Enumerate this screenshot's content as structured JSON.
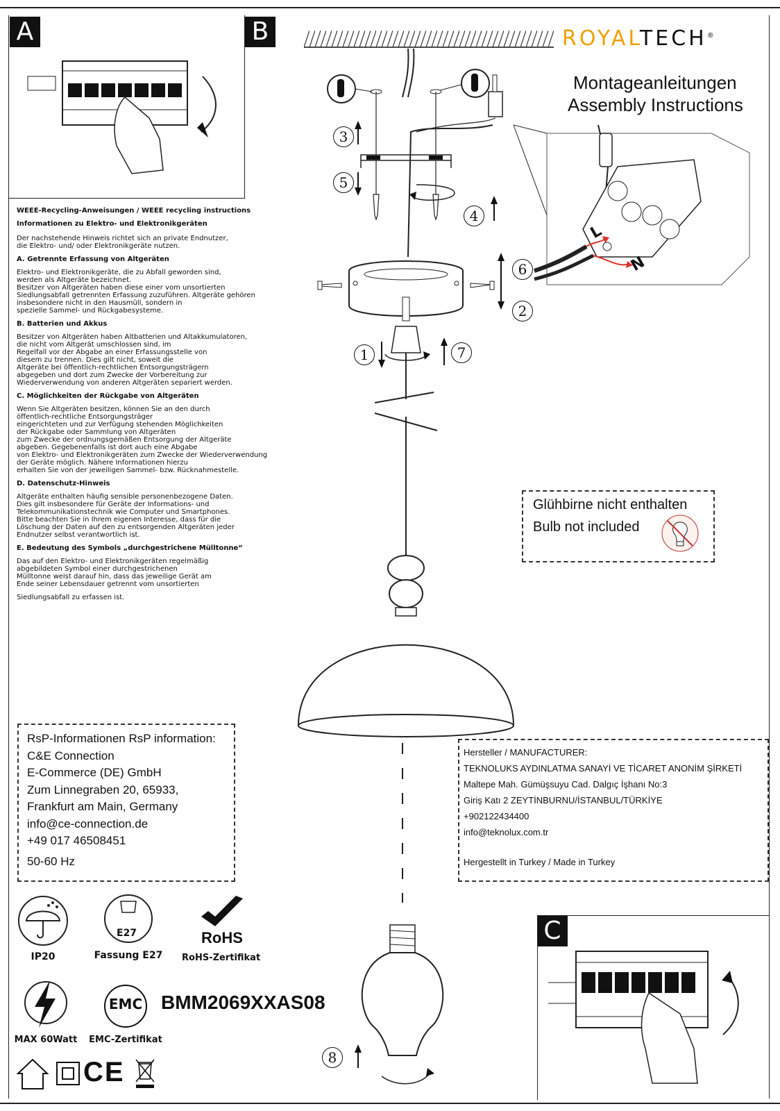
{
  "panels": {
    "a": "A",
    "b": "B",
    "c": "C"
  },
  "brand": {
    "royal": "ROYAL",
    "tech": "TECH",
    "reg": "®"
  },
  "title": {
    "de": "Montageanleitungen",
    "en": "Assembly Instructions"
  },
  "weee": {
    "heading": "WEEE-Recycling-Anweisungen / WEEE recycling instructions",
    "subheading": "Informationen zu Elektro- und Elektronikgeräten",
    "intro": "Der nachstehende Hinweis richtet sich an private Endnutzer,\n die Elektro- und/ oder Elektronikgeräte nutzen.",
    "sections": [
      {
        "title": "A. Getrennte Erfassung von Altgeräten",
        "body": "Elektro- und Elektronikgeräte, die zu Abfall geworden sind,\n werden als Altgeräte bezeichnet.\nBesitzer von Altgeräten haben diese einer vom unsortierten\nSiedlungsabfall getrennten Erfassung zuzuführen. Altgeräte gehören\ninsbesondere nicht in den Hausmüll, sondern in\nspezielle Sammel- und Rückgabesysteme."
      },
      {
        "title": "B. Batterien und Akkus",
        "body": "Besitzer von Altgeräten haben Altbatterien und Altakkumulatoren,\n die nicht vom Altgerät umschlossen sind, im\nRegelfall vor der Abgabe an einer Erfassungsstelle von\ndiesem zu trennen. Dies gilt nicht, soweit die\nAltgeräte bei öffentlich-rechtlichen Entsorgungsträgern\nabgegeben und dort zum Zwecke der Vorbereitung zur\nWiederverwendung von anderen Altgeräten separiert werden."
      },
      {
        "title": "C. Möglichkeiten der Rückgabe von Altgeräten",
        "body": "Wenn Sie Altgeräten besitzen, können Sie an den durch\nöffentlich-rechtliche Entsorgungsträger\neingerichteten und zur Verfügung stehenden Möglichkeiten\nder Rückgabe oder Sammlung von Altgeräten\n zum Zwecke der ordnungsgemäßen Entsorgung der Altgeräte\nabgeben. Gegebenenfalls ist dort auch eine Abgabe\n von Elektro- und Elektronikgeräten zum Zwecke der Wiederverwendung\nder Geräte möglich. Nähere Informationen hierzu\nerhalten Sie von der jeweiligen Sammel- bzw. Rücknahmestelle."
      },
      {
        "title": "D. Datenschutz-Hinweis",
        "body": "Altgeräte enthalten häufig sensible personenbezogene Daten.\nDies gilt insbesondere für Geräte der Informations- und\nTelekommunikationstechnik wie Computer und Smartphones.\n Bitte beachten Sie in Ihrem eigenen Interesse, dass für die\nLöschung der Daten auf den zu entsorgenden Altgeräten jeder\nEndnutzer selbst verantwortlich ist."
      },
      {
        "title": "E. Bedeutung des Symbols „durchgestrichene Mülltonne“",
        "body": "Das auf den Elektro- und Elektronikgeräten regelmäßig\n abgebildeten Symbol einer durchgestrichenen\nMülltonne weist darauf hin, dass das jeweilige Gerät am\nEnde seiner Lebensdauer getrennt vom unsortierten"
      }
    ],
    "closing": "Siedlungsabfall zu erfassen ist."
  },
  "steps": [
    "1",
    "2",
    "3",
    "4",
    "5",
    "6",
    "7",
    "8"
  ],
  "wiring": {
    "l": "L",
    "n": "N"
  },
  "bulb_note": {
    "de": "Glühbirne nicht enthalten",
    "en": "Bulb not included"
  },
  "rsp": {
    "heading": "RsP-Informationen RsP information:",
    "lines": [
      "C&E Connection",
      "E-Commerce (DE) GmbH",
      "Zum Linnegraben 20, 65933,",
      "Frankfurt am Main, Germany",
      "info@ce-connection.de",
      "+49 017 46508451",
      "50-60 Hz"
    ]
  },
  "manufacturer": {
    "heading": "Hersteller / MANUFACTURER:",
    "lines": [
      "TEKNOLUKS AYDINLATMA SANAYİ VE TİCARET ANONİM ŞİRKETİ",
      "Maltepe Mah. Gümüşsuyu Cad. Dalgıç İşhanı No:3",
      "Giriş Katı 2 ZEYTİNBURNU/İSTANBUL/TÜRKİYE",
      "+902122434400",
      "info@teknolux.com.tr"
    ],
    "made_in": "Hergestellt in Turkey / Made in Turkey"
  },
  "icons": {
    "ip_label": "IP20",
    "e27_inner": "E27",
    "e27_label": "Fassung E27",
    "rohs_mark": "RoHS",
    "rohs_label": "RoHS-Zertifikat",
    "power_label": "MAX 60Watt",
    "emc_inner": "EMC",
    "emc_label": "EMC-Zertifikat",
    "ce_mark": "CE"
  },
  "model": "BMM2069XXAS08",
  "colors": {
    "brand_orange": "#f0a000",
    "brand_dark": "#111111",
    "wiring_red": "#e0322a"
  }
}
